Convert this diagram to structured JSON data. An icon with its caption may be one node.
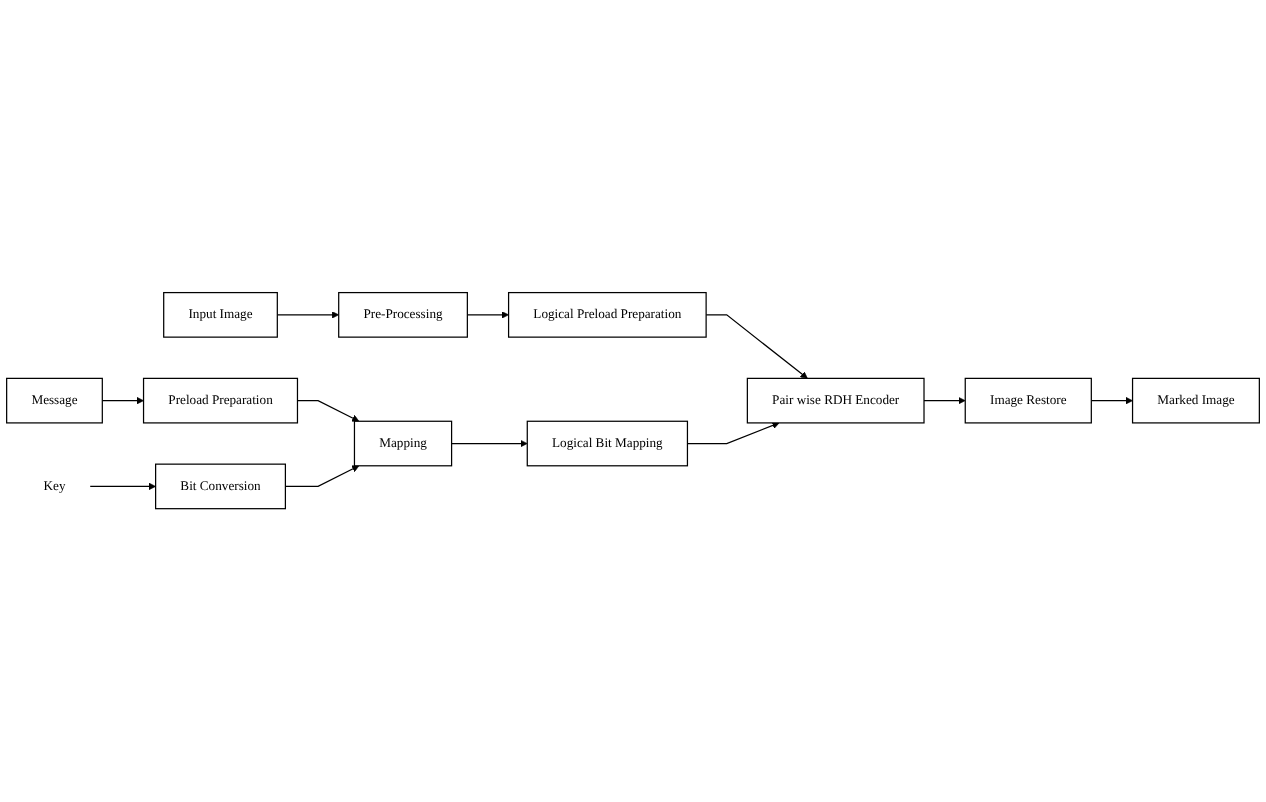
{
  "diagram": {
    "nodes": [
      {
        "text": [
          "Input Image"
        ]
      },
      {
        "text": [
          "Pre-Processing"
        ]
      },
      {
        "text": [
          "Logical Preload Preparation"
        ]
      },
      {
        "text": [
          "Pair wise RDH Encoder"
        ]
      },
      {
        "text": [
          "Image Restore"
        ]
      },
      {
        "text": [
          "Marked Image"
        ]
      },
      {
        "text": [
          "Message"
        ]
      },
      {
        "text": [
          "Preload Preparation"
        ]
      },
      {
        "text": [
          "Mapping"
        ]
      },
      {
        "text": [
          "Logical Bit Mapping"
        ]
      },
      {
        "text": [
          "Key"
        ]
      },
      {
        "text": [
          "Bit Conversion"
        ]
      }
    ],
    "edges": [
      {
        "from": 0,
        "to": 1,
        "arrow": "to"
      },
      {
        "from": 1,
        "to": 2,
        "arrow": "to"
      },
      {
        "from": 2,
        "to": 3,
        "arrow": "to"
      },
      {
        "from": 3,
        "to": 4,
        "arrow": "to"
      },
      {
        "from": 4,
        "to": 5,
        "arrow": "to"
      },
      {
        "from": 6,
        "to": 7,
        "arrow": "to"
      },
      {
        "from": 7,
        "to": 8,
        "arrow": "to"
      },
      {
        "from": 8,
        "to": 9,
        "arrow": "to"
      },
      {
        "from": 9,
        "to": 3,
        "arrow": "to"
      },
      {
        "from": 10,
        "to": 11,
        "arrow": "to"
      },
      {
        "from": 11,
        "to": 8,
        "arrow": "to"
      }
    ]
  }
}
